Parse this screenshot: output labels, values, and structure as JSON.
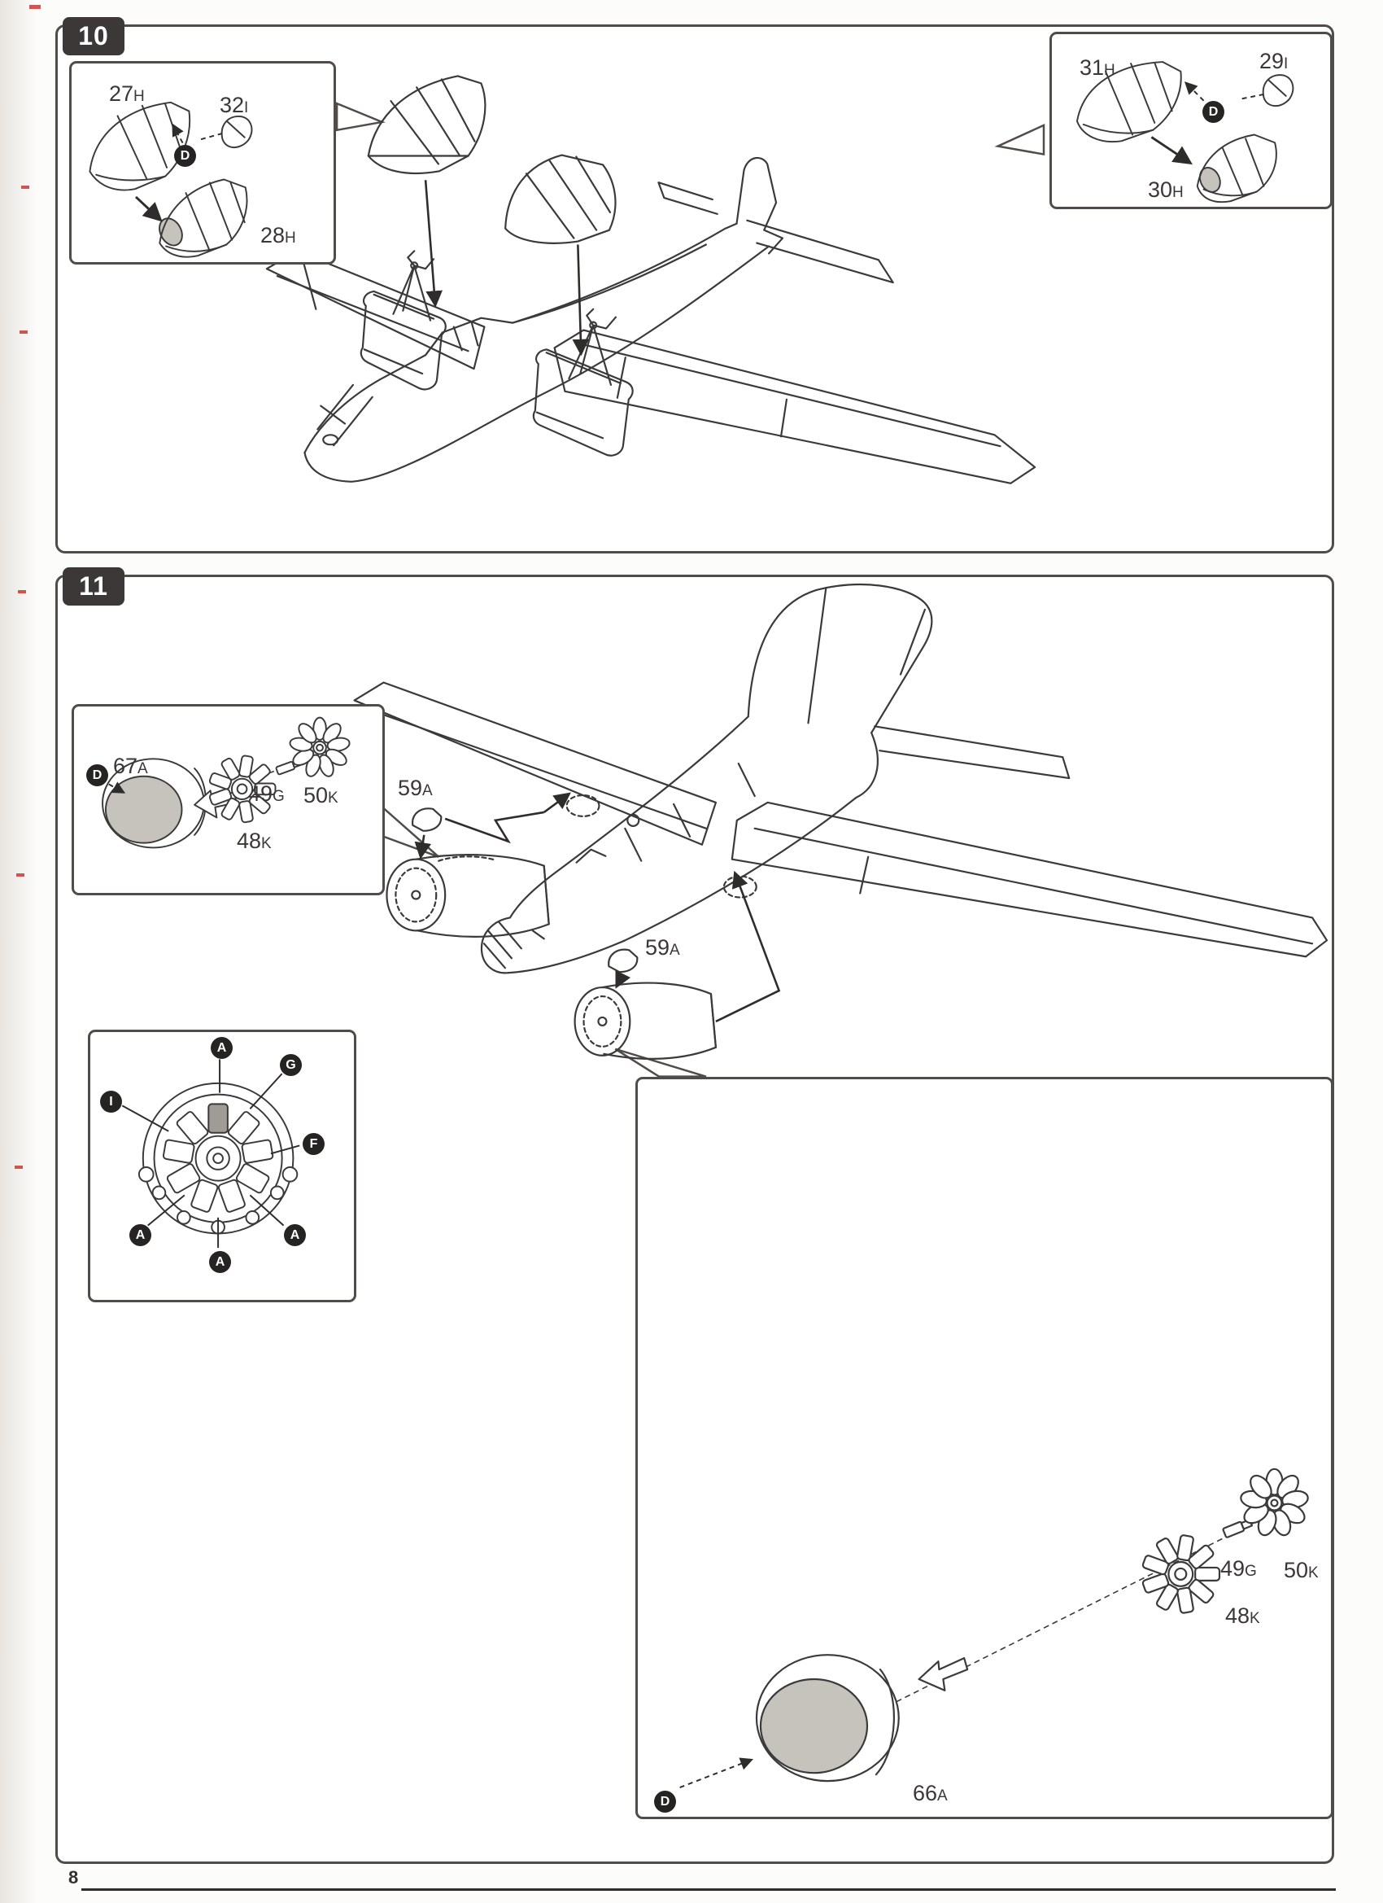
{
  "page": {
    "number": "8"
  },
  "colors": {
    "ink": "#3a3a3a",
    "badge_bg": "#3b3837",
    "badge_text": "#ffffff",
    "shade": "#c6c2bc",
    "callout_bg": "#262422"
  },
  "step10": {
    "badge": "10",
    "inset_left": {
      "paint": "D",
      "part_top": {
        "num": "27",
        "sub": "H"
      },
      "part_small": {
        "num": "32",
        "sub": "I"
      },
      "part_bottom": {
        "num": "28",
        "sub": "H"
      }
    },
    "inset_right": {
      "paint": "D",
      "part_top": {
        "num": "31",
        "sub": "H"
      },
      "part_small": {
        "num": "29",
        "sub": "I"
      },
      "part_bottom": {
        "num": "30",
        "sub": "H"
      }
    }
  },
  "step11": {
    "badge": "11",
    "engine_inset_left": {
      "paint": "D",
      "cowling": {
        "num": "67",
        "sub": "A"
      },
      "shaft": {
        "num": "49",
        "sub": "G"
      },
      "fan": {
        "num": "50",
        "sub": "K"
      },
      "engine": {
        "num": "48",
        "sub": "K"
      }
    },
    "intake_top": {
      "num": "59",
      "sub": "A"
    },
    "intake_bottom": {
      "num": "59",
      "sub": "A"
    },
    "paint_diagram": {
      "top": "A",
      "upper_right": "G",
      "left": "I",
      "right": "F",
      "lower_left": "A",
      "lower_right": "A",
      "bottom": "A"
    },
    "engine_inset_right": {
      "paint": "D",
      "shaft": {
        "num": "49",
        "sub": "G"
      },
      "fan": {
        "num": "50",
        "sub": "K"
      },
      "engine": {
        "num": "48",
        "sub": "K"
      },
      "cowling": {
        "num": "66",
        "sub": "A"
      }
    }
  }
}
